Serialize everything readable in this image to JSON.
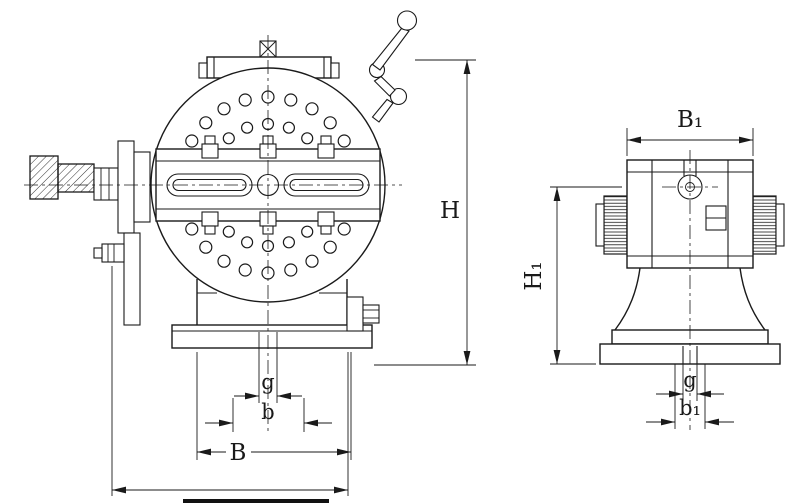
{
  "page": {
    "background": "#ffffff",
    "ink": "#1a1a1a"
  },
  "dimensions": {
    "H": "H",
    "H1": "H₁",
    "B": "B",
    "B1": "B₁",
    "b": "b",
    "b1": "b₁",
    "g_front": "g",
    "g_side": "g"
  }
}
